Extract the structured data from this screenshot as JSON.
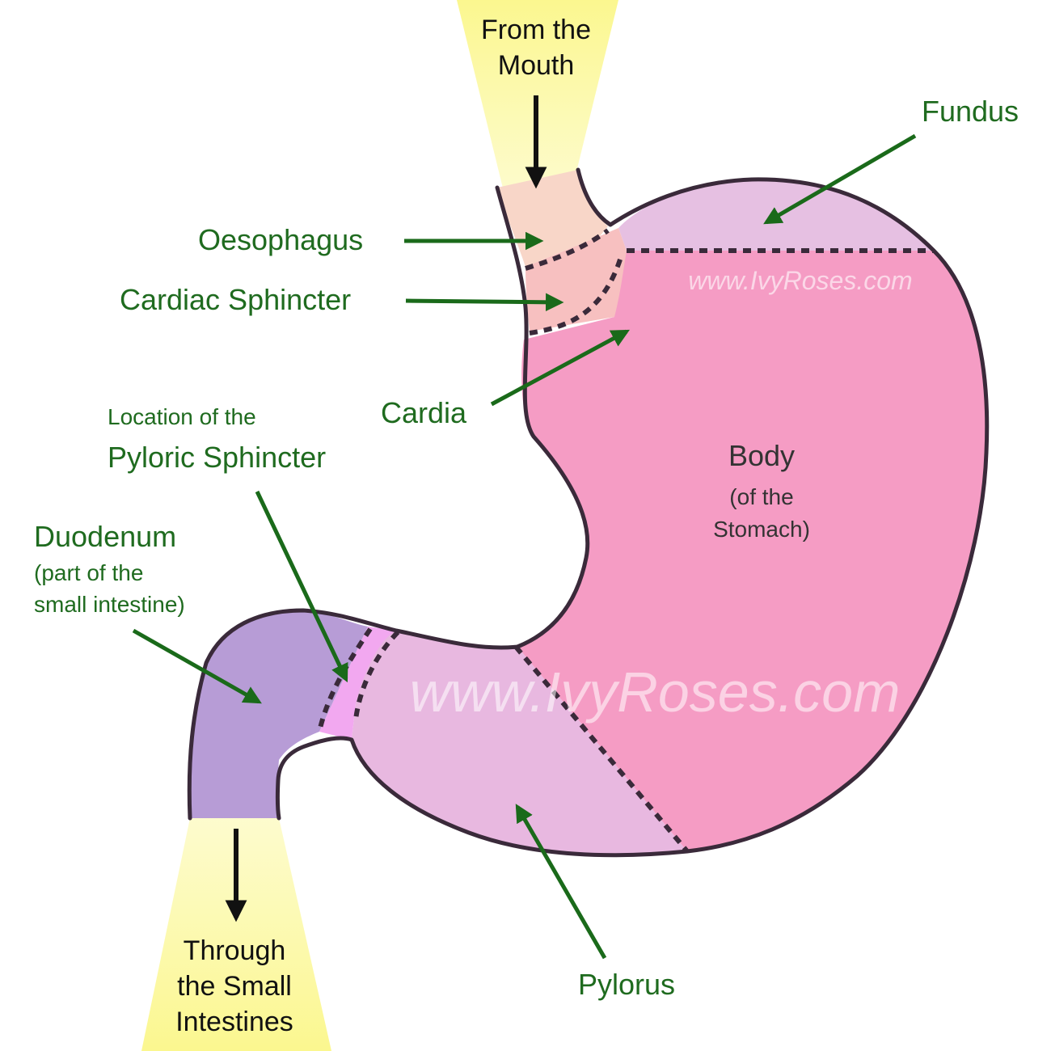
{
  "colors": {
    "stomach_body": "#f59cc4",
    "fundus": "#e6c0e2",
    "pylorus": "#e8b8e0",
    "oesophagus": "#f8d6c8",
    "cardiac_sphincter": "#f7c0c0",
    "duodenum": "#b79cd6",
    "pyloric_sphincter": "#f2a8f0",
    "glow": "#fbf78f",
    "outline": "#3a2a3a",
    "label_green": "#1f6b1f",
    "pointer_green": "#1a6a1a"
  },
  "watermark": {
    "large": "www.IvyRoses.com",
    "small": "www.IvyRoses.com"
  },
  "labels": {
    "from_mouth": [
      "From the",
      "Mouth"
    ],
    "fundus": "Fundus",
    "oesophagus": "Oesophagus",
    "cardiac_sphincter": "Cardiac Sphincter",
    "cardia": "Cardia",
    "pyloric_location_line1": "Location of the",
    "pyloric_location_line2": "Pyloric Sphincter",
    "body_title": "Body",
    "body_sub1": "(of the",
    "body_sub2": "Stomach)",
    "duodenum_title": "Duodenum",
    "duodenum_sub1": "(part of the",
    "duodenum_sub2": "small intestine)",
    "through_small": [
      "Through",
      "the Small",
      "Intestines"
    ],
    "pylorus": "Pylorus"
  }
}
